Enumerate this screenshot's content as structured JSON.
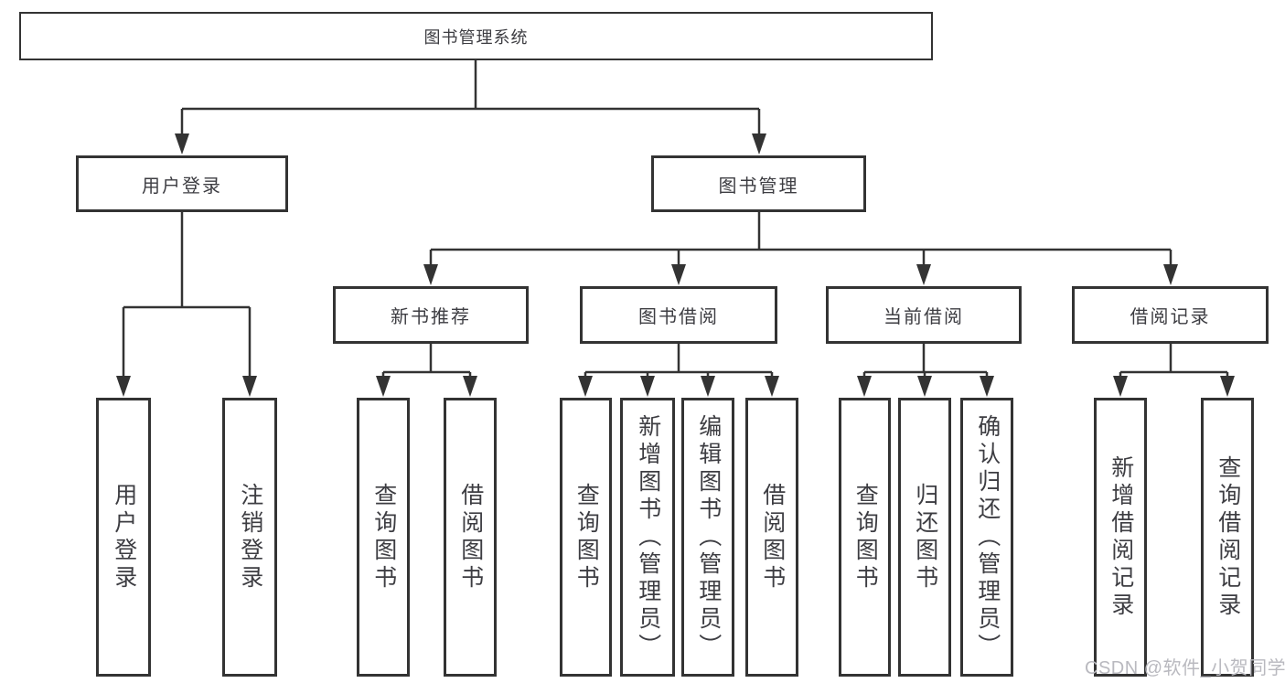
{
  "diagram": {
    "title_note": "functional structure tree",
    "root": {
      "label": "图书管理系统"
    },
    "level2": [
      {
        "id": "user-login",
        "label": "用户登录"
      },
      {
        "id": "book-management",
        "label": "图书管理"
      }
    ],
    "level3": [
      {
        "id": "new-book-recommend",
        "label": "新书推荐",
        "parent": "图书管理"
      },
      {
        "id": "book-borrowing",
        "label": "图书借阅",
        "parent": "图书管理"
      },
      {
        "id": "current-borrowing",
        "label": "当前借阅",
        "parent": "图书管理"
      },
      {
        "id": "borrowing-records",
        "label": "借阅记录",
        "parent": "图书管理"
      }
    ],
    "leaves": [
      {
        "parent": "用户登录",
        "label": "用户登录"
      },
      {
        "parent": "用户登录",
        "label": "注销登录"
      },
      {
        "parent": "新书推荐",
        "label": "查询图书"
      },
      {
        "parent": "新书推荐",
        "label": "借阅图书"
      },
      {
        "parent": "图书借阅",
        "label": "查询图书"
      },
      {
        "parent": "图书借阅",
        "label": "新增图书（管理员）"
      },
      {
        "parent": "图书借阅",
        "label": "编辑图书（管理员）"
      },
      {
        "parent": "图书借阅",
        "label": "借阅图书"
      },
      {
        "parent": "当前借阅",
        "label": "查询图书"
      },
      {
        "parent": "当前借阅",
        "label": "归还图书"
      },
      {
        "parent": "当前借阅",
        "label": "确认归还（管理员）"
      },
      {
        "parent": "借阅记录",
        "label": "新增借阅记录"
      },
      {
        "parent": "借阅记录",
        "label": "查询借阅记录"
      }
    ]
  },
  "watermark": {
    "text": "CSDN @软件_小贺同学"
  },
  "colors": {
    "line": "#333333",
    "border": "#333333",
    "text": "#3d3d42",
    "watermark": "#b9b9bf",
    "background": "#ffffff"
  }
}
